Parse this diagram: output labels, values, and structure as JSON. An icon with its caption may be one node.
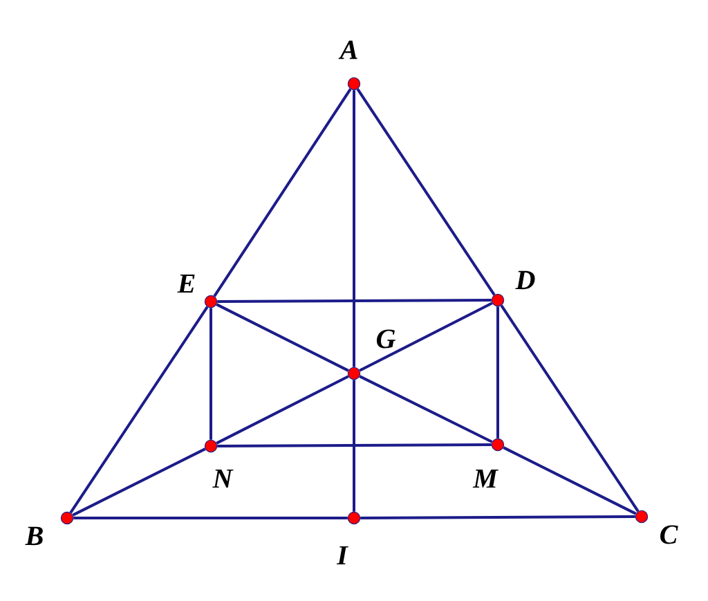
{
  "diagram": {
    "nodes": [
      {
        "text": [
          "A"
        ]
      },
      {
        "text": [
          "E"
        ]
      },
      {
        "text": [
          "D"
        ]
      },
      {
        "text": [
          "G"
        ]
      },
      {
        "text": [
          "N"
        ]
      },
      {
        "text": [
          "M"
        ]
      },
      {
        "text": [
          "B"
        ]
      },
      {
        "text": [
          "I"
        ]
      },
      {
        "text": [
          "C"
        ]
      }
    ],
    "edges": [
      {
        "from": 0,
        "to": 1,
        "arrow": "none"
      },
      {
        "from": 1,
        "to": 6,
        "arrow": "none"
      },
      {
        "from": 0,
        "to": 2,
        "arrow": "none"
      },
      {
        "from": 2,
        "to": 8,
        "arrow": "none"
      },
      {
        "from": 0,
        "to": 3,
        "arrow": "none"
      },
      {
        "from": 3,
        "to": 7,
        "arrow": "none"
      },
      {
        "from": 1,
        "to": 2,
        "arrow": "none"
      },
      {
        "from": 1,
        "to": 4,
        "arrow": "none"
      },
      {
        "from": 2,
        "to": 5,
        "arrow": "none"
      },
      {
        "from": 4,
        "to": 5,
        "arrow": "none"
      },
      {
        "from": 1,
        "to": 3,
        "arrow": "none"
      },
      {
        "from": 3,
        "to": 5,
        "arrow": "none"
      },
      {
        "from": 2,
        "to": 3,
        "arrow": "none"
      },
      {
        "from": 3,
        "to": 4,
        "arrow": "none"
      },
      {
        "from": 6,
        "to": 4,
        "arrow": "none"
      },
      {
        "from": 8,
        "to": 5,
        "arrow": "none"
      },
      {
        "from": 6,
        "to": 7,
        "arrow": "none"
      },
      {
        "from": 7,
        "to": 8,
        "arrow": "none"
      }
    ]
  }
}
